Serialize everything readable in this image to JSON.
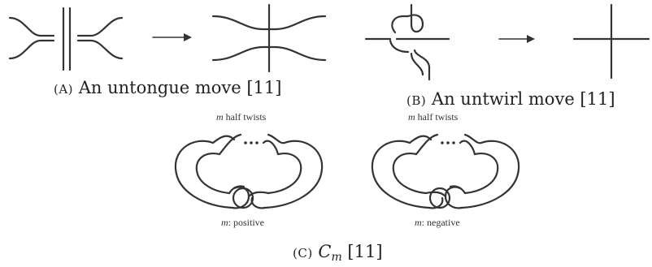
{
  "panel_a": {
    "caption_letter": "(A)",
    "caption_text": "An untongue move [11]"
  },
  "panel_b": {
    "caption_letter": "(B)",
    "caption_text": "An untwirl move [11]"
  },
  "panel_c": {
    "caption_letter": "(C)",
    "caption_symbol": "C",
    "caption_subscript": "m",
    "caption_ref": "[11]",
    "left_knot": {
      "top_var": "m",
      "top_label": "half twists",
      "bottom_var": "m",
      "bottom_label": ": positive"
    },
    "right_knot": {
      "top_var": "m",
      "top_label": "half twists",
      "bottom_var": "m",
      "bottom_label": ": negative"
    }
  },
  "colors": {
    "stroke": "#333333",
    "background": "#ffffff"
  }
}
